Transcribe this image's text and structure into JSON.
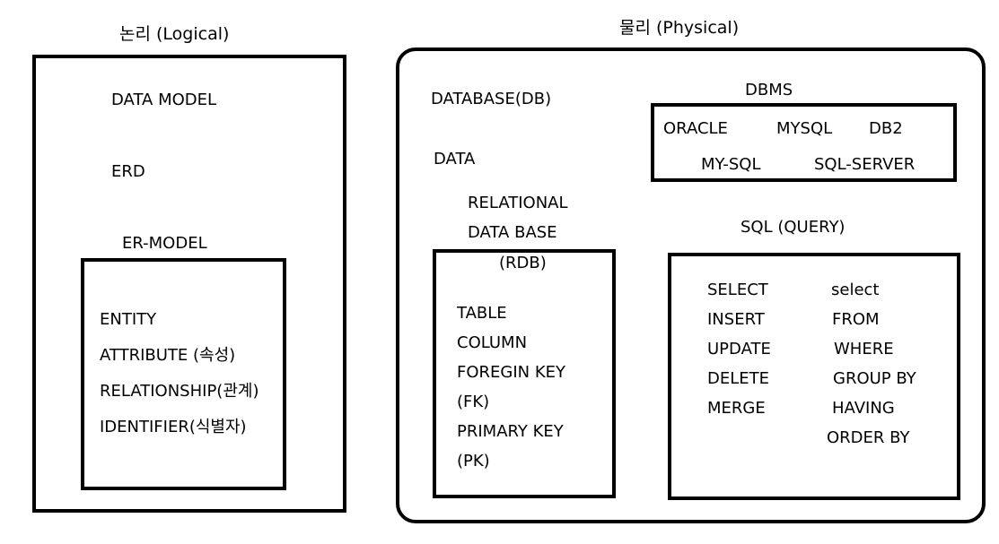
{
  "logical": {
    "title": "논리 (Logical)",
    "items": [
      "DATA MODEL",
      "ERD",
      "ER-MODEL"
    ],
    "er_model_items": [
      "ENTITY",
      "ATTRIBUTE (속성)",
      "RELATIONSHIP(관계)",
      "IDENTIFIER(식별자)"
    ]
  },
  "physical": {
    "title": "물리 (Physical)",
    "database": "DATABASE(DB)",
    "data": "DATA",
    "rdb_label": [
      "RELATIONAL",
      "DATA BASE",
      "(RDB)"
    ],
    "rdb_items": [
      "TABLE",
      "COLUMN",
      "FOREGIN KEY",
      "(FK)",
      "PRIMARY KEY",
      "(PK)"
    ],
    "dbms": {
      "title": "DBMS",
      "items": [
        "ORACLE",
        "MYSQL",
        "DB2",
        "MY-SQL",
        "SQL-SERVER"
      ]
    },
    "sql": {
      "title": "SQL (QUERY)",
      "commands": [
        "SELECT",
        "INSERT",
        "UPDATE",
        "DELETE",
        "MERGE"
      ],
      "clauses": [
        "select",
        "FROM",
        "WHERE",
        "GROUP BY",
        "HAVING",
        "ORDER BY"
      ]
    }
  }
}
